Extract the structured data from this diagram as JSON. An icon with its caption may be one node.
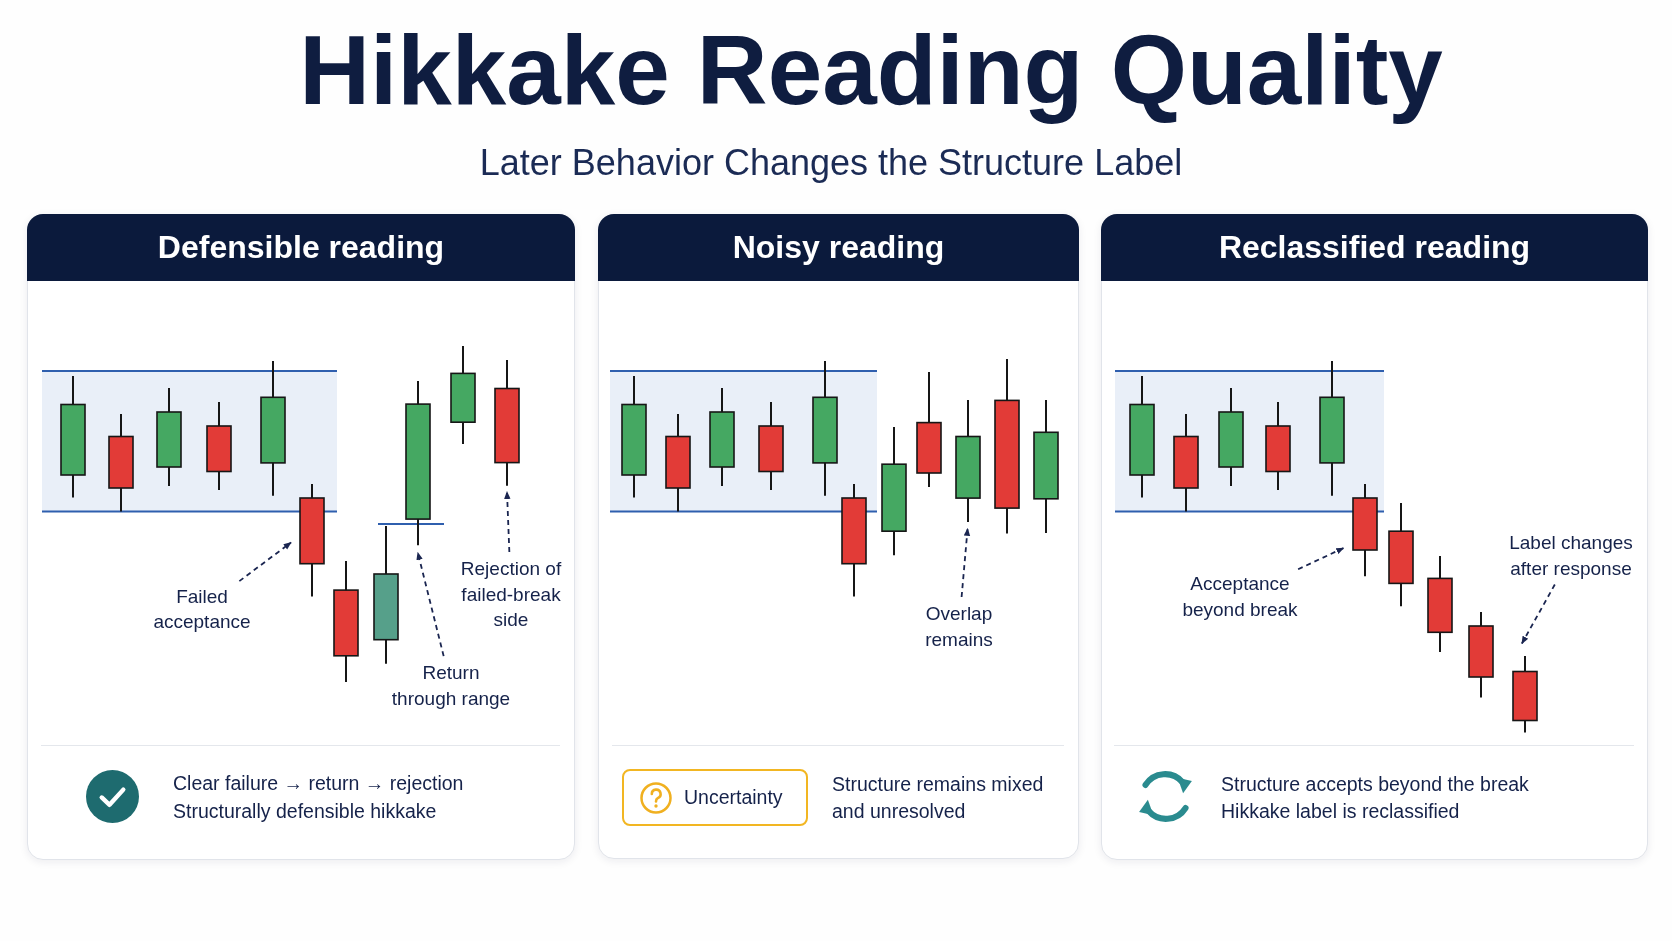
{
  "diagram": {
    "title": "Hikkake Reading Quality",
    "nodes": [
      {
        "text": [
          "Defensible reading",
          "Clear failure → return → rejection",
          "Structurally defensible hikkake"
        ]
      },
      {
        "text": [],
        "shape": "bar",
        "in": 0
      },
      {
        "text": [],
        "shape": "bar",
        "in": 0
      },
      {
        "text": [],
        "shape": "bar",
        "in": 0
      },
      {
        "text": [],
        "shape": "bar",
        "in": 0
      },
      {
        "text": [],
        "shape": "bar",
        "in": 0
      },
      {
        "text": [],
        "shape": "bar",
        "in": 0
      },
      {
        "text": [],
        "shape": "bar",
        "in": 0
      },
      {
        "text": [],
        "shape": "bar",
        "in": 0
      },
      {
        "text": [],
        "shape": "bar",
        "in": 0
      },
      {
        "text": [],
        "shape": "bar",
        "in": 0
      },
      {
        "text": [],
        "shape": "bar",
        "in": 0
      },
      {
        "text": [
          "Failed acceptance"
        ],
        "in": 0
      },
      {
        "text": [
          "Return through range"
        ],
        "in": 0
      },
      {
        "text": [
          "Rejection of failed-break side"
        ],
        "in": 0
      },
      {
        "text": [
          "Noisy reading",
          "Structure remains mixed and unresolved"
        ]
      },
      {
        "text": [],
        "shape": "bar",
        "in": 15
      },
      {
        "text": [],
        "shape": "bar",
        "in": 15
      },
      {
        "text": [],
        "shape": "bar",
        "in": 15
      },
      {
        "text": [],
        "shape": "bar",
        "in": 15
      },
      {
        "text": [],
        "shape": "bar",
        "in": 15
      },
      {
        "text": [],
        "shape": "bar",
        "in": 15
      },
      {
        "text": [],
        "shape": "bar",
        "in": 15
      },
      {
        "text": [],
        "shape": "bar",
        "in": 15
      },
      {
        "text": [],
        "shape": "bar",
        "in": 15
      },
      {
        "text": [],
        "shape": "bar",
        "in": 15
      },
      {
        "text": [],
        "shape": "bar",
        "in": 15
      },
      {
        "text": [
          "Overlap remains"
        ],
        "in": 15
      },
      {
        "text": [
          "Uncertainty"
        ],
        "in": 15
      },
      {
        "text": [
          "Reclassified reading",
          "Structure accepts beyond the break",
          "Hikkake label is reclassified"
        ]
      },
      {
        "text": [],
        "shape": "bar",
        "in": 29
      },
      {
        "text": [],
        "shape": "bar",
        "in": 29
      },
      {
        "text": [],
        "shape": "bar",
        "in": 29
      },
      {
        "text": [],
        "shape": "bar",
        "in": 29
      },
      {
        "text": [],
        "shape": "bar",
        "in": 29
      },
      {
        "text": [],
        "shape": "bar",
        "in": 29
      },
      {
        "text": [],
        "shape": "bar",
        "in": 29
      },
      {
        "text": [],
        "shape": "bar",
        "in": 29
      },
      {
        "text": [],
        "shape": "bar",
        "in": 29
      },
      {
        "text": [],
        "shape": "bar",
        "in": 29
      },
      {
        "text": [
          "Acceptance beyond break"
        ],
        "in": 29
      },
      {
        "text": [
          "Label changes after response"
        ],
        "in": 29
      }
    ],
    "edges": [
      {
        "from": 12,
        "to": 6,
        "arrow": "to",
        "style": "dashed"
      },
      {
        "from": 13,
        "to": 9,
        "arrow": "to",
        "style": "dashed"
      },
      {
        "from": 14,
        "to": 11,
        "arrow": "to",
        "style": "dashed"
      },
      {
        "from": 27,
        "to": 24,
        "arrow": "to",
        "style": "dashed"
      },
      {
        "from": 40,
        "to": 35,
        "arrow": "to",
        "style": "dashed"
      },
      {
        "from": 41,
        "to": 39,
        "arrow": "to",
        "style": "dashed"
      }
    ],
    "labels": [
      "Later Behavior Changes the Structure Label"
    ]
  }
}
